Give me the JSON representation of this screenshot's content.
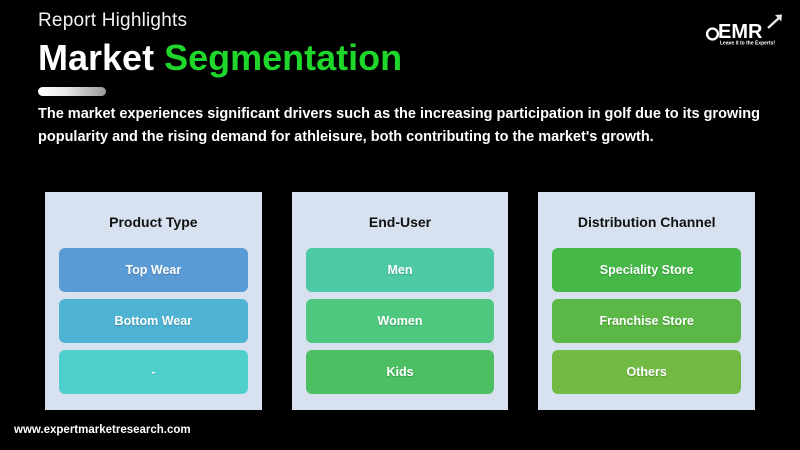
{
  "header": {
    "eyebrow": "Report Highlights",
    "title_part1": "Market",
    "title_part2": "Segmentation",
    "accent_color": "#1fd72b"
  },
  "logo": {
    "brand": "EMR",
    "tagline": "Leave it to the Experts!"
  },
  "description": "The market experiences significant drivers such as the increasing participation in golf due to its growing popularity and the rising demand for athleisure, both contributing to the market's growth.",
  "panel_background": "#d8e1ef",
  "columns": [
    {
      "title": "Product Type",
      "items": [
        {
          "label": "Top Wear",
          "color": "#5b9bd5"
        },
        {
          "label": "Bottom Wear",
          "color": "#4fb3d4"
        },
        {
          "label": "-",
          "color": "#4fcfcb"
        }
      ]
    },
    {
      "title": "End-User",
      "items": [
        {
          "label": "Men",
          "color": "#4ec9a6"
        },
        {
          "label": "Women",
          "color": "#4ec77f"
        },
        {
          "label": "Kids",
          "color": "#4cbf63"
        }
      ]
    },
    {
      "title": "Distribution Channel",
      "items": [
        {
          "label": "Speciality Store",
          "color": "#45b848"
        },
        {
          "label": "Franchise Store",
          "color": "#5cb846"
        },
        {
          "label": "Others",
          "color": "#73ba44"
        }
      ]
    }
  ],
  "footer": {
    "url": "www.expertmarketresearch.com"
  }
}
